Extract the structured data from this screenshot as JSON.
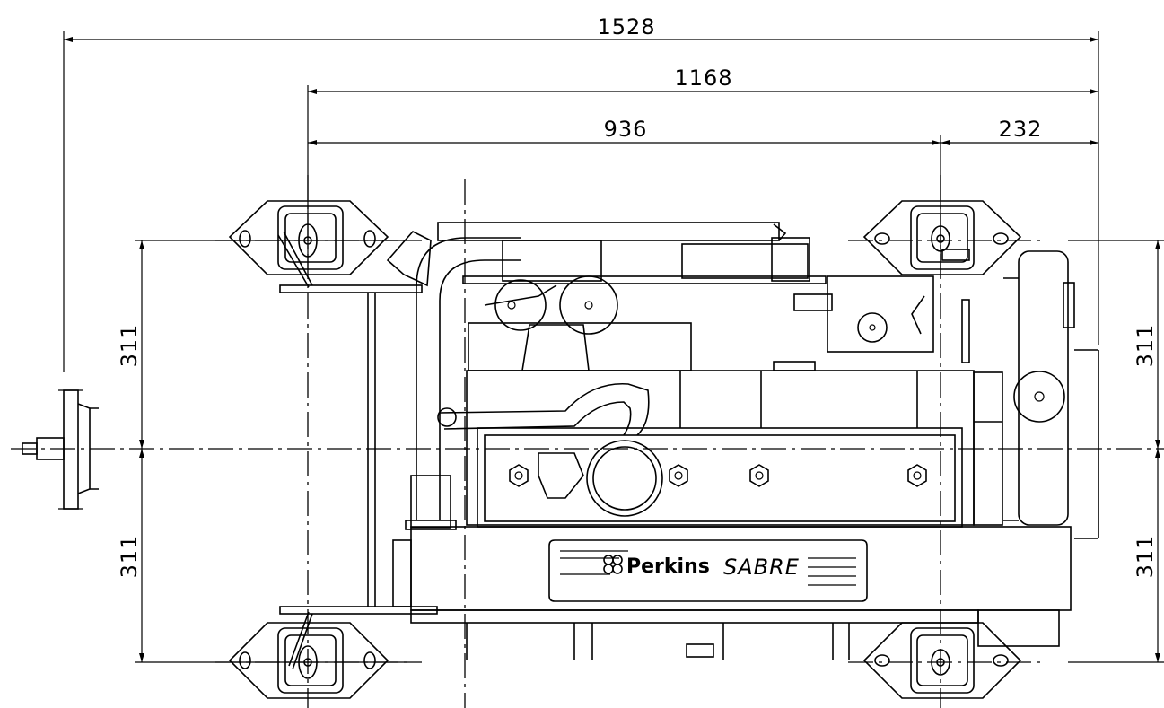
{
  "dimensions": {
    "overall_length": "1528",
    "mount_to_end": "1168",
    "mount_spacing": "936",
    "mount_to_rear": "232",
    "left_half_width_upper": "311",
    "left_half_width_lower": "311",
    "right_half_width_upper": "311",
    "right_half_width_lower": "311"
  },
  "badge": {
    "brand": "Perkins",
    "model": "SABRE"
  },
  "colors": {
    "line": "#000000",
    "background": "#ffffff"
  }
}
